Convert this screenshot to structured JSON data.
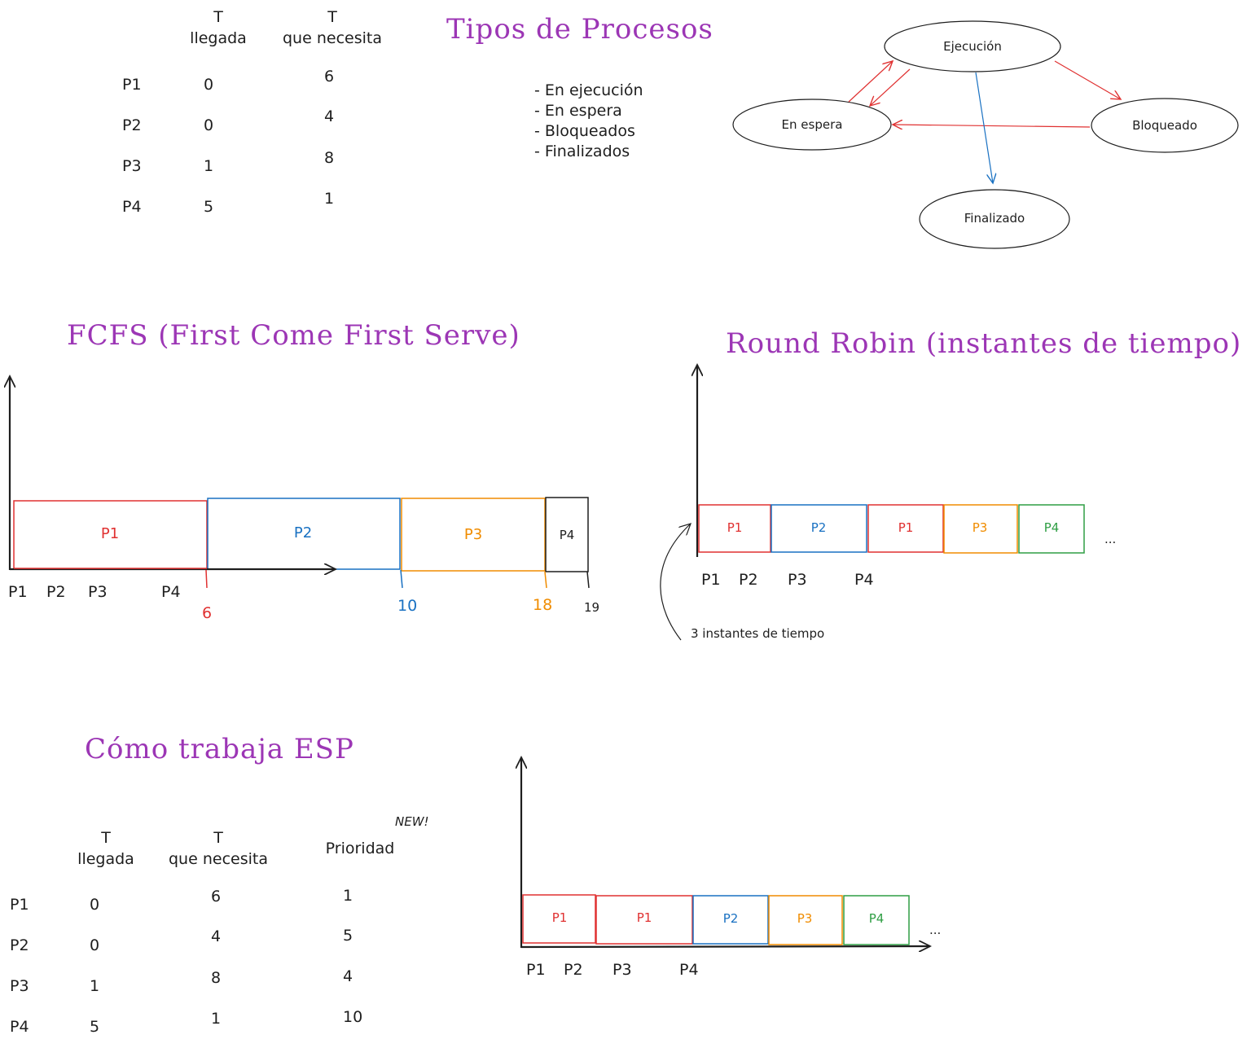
{
  "colors": {
    "title": "#9c36b5",
    "red": "#e03131",
    "blue": "#1971c2",
    "orange": "#f08c00",
    "green": "#2f9e44",
    "black": "#1e1e1e"
  },
  "table1": {
    "headers": [
      {
        "top": "T",
        "bottom": "llegada"
      },
      {
        "top": "T",
        "bottom": "que necesita"
      }
    ],
    "rows": [
      {
        "name": "P1",
        "arrival": "0",
        "need": "6"
      },
      {
        "name": "P2",
        "arrival": "0",
        "need": "4"
      },
      {
        "name": "P3",
        "arrival": "1",
        "need": "8"
      },
      {
        "name": "P4",
        "arrival": "5",
        "need": "1"
      }
    ]
  },
  "tipos": {
    "title": "Tipos de Procesos",
    "items": [
      "- En ejecución",
      "- En espera",
      "- Bloqueados",
      "- Finalizados"
    ]
  },
  "states": {
    "ejecucion": "Ejecución",
    "espera": "En espera",
    "bloqueado": "Bloqueado",
    "finalizado": "Finalizado"
  },
  "fcfs": {
    "title": "FCFS (First Come First Serve)",
    "blocks": [
      "P1",
      "P2",
      "P3",
      "P4"
    ],
    "arrivals": [
      "P1",
      "P2",
      "P3",
      "P4"
    ],
    "times": [
      "6",
      "10",
      "18",
      "19"
    ]
  },
  "rr": {
    "title": "Round Robin (instantes de tiempo)",
    "blocks": [
      "P1",
      "P2",
      "P1",
      "P3",
      "P4"
    ],
    "ellipsis": "...",
    "arrivals": [
      "P1",
      "P2",
      "P3",
      "P4"
    ],
    "note": "3 instantes de tiempo"
  },
  "esp": {
    "title": "Cómo trabaja ESP",
    "new_tag": "NEW!",
    "headers": [
      {
        "top": "T",
        "bottom": "llegada"
      },
      {
        "top": "T",
        "bottom": "que necesita"
      },
      {
        "top": "",
        "bottom": "Prioridad"
      }
    ],
    "rows": [
      {
        "name": "P1",
        "arrival": "0",
        "need": "6",
        "priority": "1"
      },
      {
        "name": "P2",
        "arrival": "0",
        "need": "4",
        "priority": "5"
      },
      {
        "name": "P3",
        "arrival": "1",
        "need": "8",
        "priority": "4"
      },
      {
        "name": "P4",
        "arrival": "5",
        "need": "1",
        "priority": "10"
      }
    ],
    "blocks": [
      "P1",
      "P1",
      "P2",
      "P3",
      "P4"
    ],
    "ellipsis": "...",
    "arrivals": [
      "P1",
      "P2",
      "P3",
      "P4"
    ]
  }
}
